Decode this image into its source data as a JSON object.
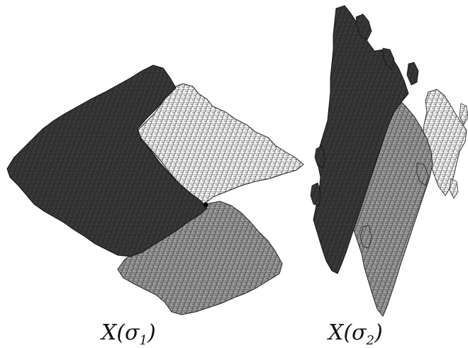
{
  "figures": [
    {
      "caption_main": "X(σ",
      "caption_sub": "1",
      "caption_close": ")",
      "regions": [
        {
          "name": "dark-tile-region",
          "fill": "#3a3a3a"
        },
        {
          "name": "white-tile-region",
          "fill": "#f2f2f2"
        },
        {
          "name": "gray-tile-region",
          "fill": "#9a9a9a"
        }
      ]
    },
    {
      "caption_main": "X(σ",
      "caption_sub": "2",
      "caption_close": ")",
      "regions": [
        {
          "name": "dark-tile-region",
          "fill": "#3a3a3a"
        },
        {
          "name": "gray-tile-region",
          "fill": "#9a9a9a"
        },
        {
          "name": "white-tile-region",
          "fill": "#f2f2f2"
        }
      ]
    }
  ],
  "colors": {
    "dark": "#3a3a3a",
    "gray": "#9a9a9a",
    "light": "#f2f2f2",
    "grid": "#1a1a1a"
  }
}
